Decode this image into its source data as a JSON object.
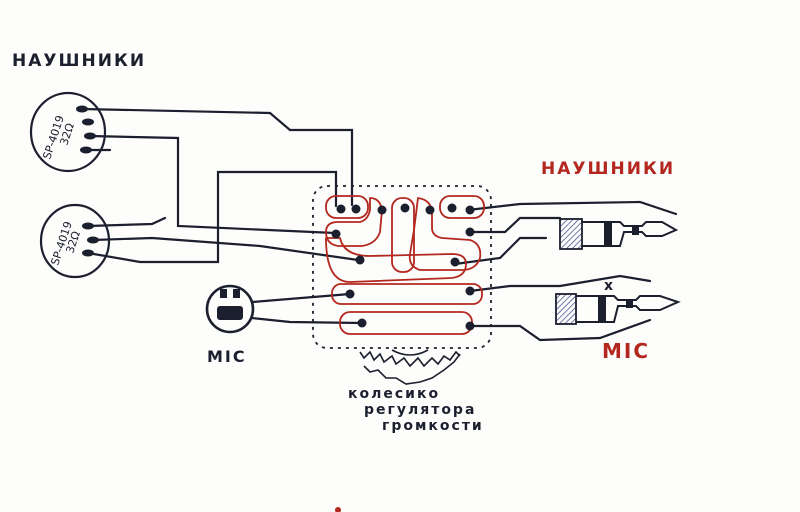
{
  "labels": {
    "headphones_left": "НАУШНИКИ",
    "headphones_right": "НАУШНИКИ",
    "mic_left": "MIC",
    "mic_right": "MIC",
    "wheel_line1": "колесико",
    "wheel_line2": "регулятора",
    "wheel_line3": "громкости",
    "x_mark": "x"
  },
  "speakers": [
    {
      "model": "SP-4019",
      "impedance": "32Ω"
    },
    {
      "model": "SP-4019",
      "impedance": "32Ω"
    }
  ],
  "colors": {
    "ink": "#1c1f2e",
    "red": "#b3271f",
    "blue_hatch": "#3a3f8a"
  }
}
